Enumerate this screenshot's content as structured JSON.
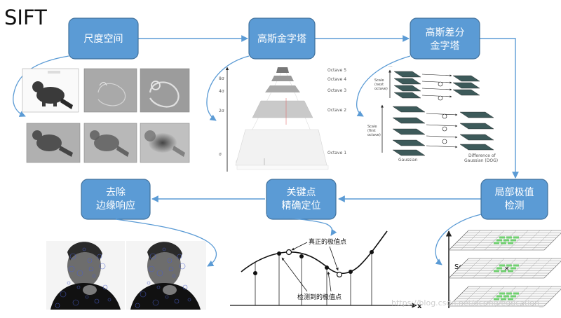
{
  "title": "SIFT",
  "colors": {
    "box_fill": "#5b9bd5",
    "box_stroke": "#41719c",
    "arrow": "#5b9bd5"
  },
  "steps": [
    {
      "id": "scale-space",
      "lines": [
        "尺度空间"
      ]
    },
    {
      "id": "gaussian-pyramid",
      "lines": [
        "高斯金字塔"
      ]
    },
    {
      "id": "dog-pyramid",
      "lines": [
        "高斯差分",
        "金字塔"
      ]
    },
    {
      "id": "extrema-detection",
      "lines": [
        "局部极值",
        "检测"
      ]
    },
    {
      "id": "keypoint-localization",
      "lines": [
        "关键点",
        "精确定位"
      ]
    },
    {
      "id": "edge-response-removal",
      "lines": [
        "去除",
        "边缘响应"
      ]
    }
  ],
  "pyramid": {
    "octaves": [
      "Octave 5",
      "Octave 4",
      "Octave 3",
      "Octave 2",
      "Octave 1"
    ],
    "sigmas": [
      "8σ",
      "4σ",
      "2σ",
      "σ"
    ]
  },
  "dog": {
    "scale_next": [
      "Scale",
      "(next",
      "octave)"
    ],
    "scale_first": [
      "Scale",
      "(first",
      "octave)"
    ],
    "gaussian": "Gaussian",
    "difference": [
      "Difference of",
      "Gaussian (DOG)"
    ],
    "dots": "..."
  },
  "extrema": {
    "scale_label": "Scale"
  },
  "refinement": {
    "true_extremum": "真正的极值点",
    "detected_extremum": "检测到的极值点",
    "x_axis": "x"
  },
  "watermark": "https://blog.csdn.net/dcrmg/education_"
}
